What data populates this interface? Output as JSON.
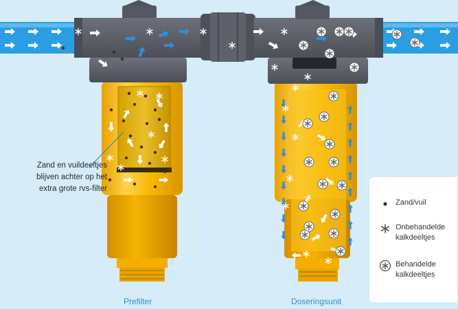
{
  "callout": {
    "lines": [
      "Zand en vuildeeltjes",
      "blijven achter op het",
      "extra grote rvs-filter"
    ]
  },
  "units": {
    "prefilter": "Prefilter",
    "dosering": "Doseringsunit"
  },
  "legend": {
    "items": [
      {
        "symbol": "dirt-dot-icon",
        "lines": [
          "Zand/vuil"
        ]
      },
      {
        "symbol": "asterisk-icon",
        "lines": [
          "Onbehandelde",
          "kalkdeeltjes"
        ]
      },
      {
        "symbol": "circled-asterisk-icon",
        "lines": [
          "Behandelde",
          "kalkdeeltjes"
        ]
      }
    ]
  },
  "colors": {
    "background": "#d6ecf8",
    "pipe_water": "#2b9ee3",
    "housing": "#5d6069",
    "filter_yellow": "#f7b500",
    "dirt": "#4a2e12",
    "label_blue": "#2c8fd0"
  }
}
